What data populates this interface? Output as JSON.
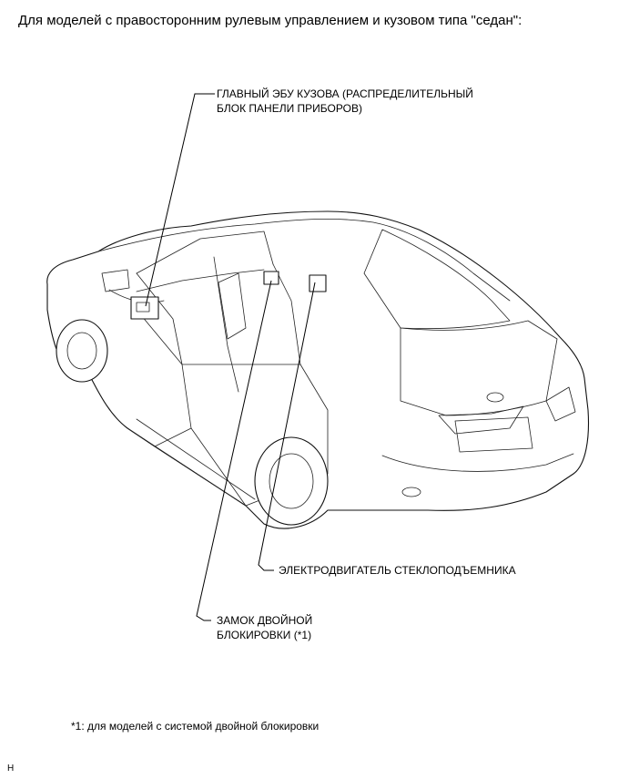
{
  "heading": "Для моделей с правосторонним рулевым управлением и кузовом типа \"седан\":",
  "callouts": {
    "body_ecu": {
      "line1": "ГЛАВНЫЙ ЭБУ КУЗОВА (РАСПРЕДЕЛИТЕЛЬНЫЙ",
      "line2": "БЛОК ПАНЕЛИ ПРИБОРОВ)"
    },
    "window_motor": {
      "line1": "ЭЛЕКТРОДВИГАТЕЛЬ СТЕКЛОПОДЪЕМНИКА"
    },
    "double_lock": {
      "line1": "ЗАМОК ДВОЙНОЙ",
      "line2": "БЛОКИРОВКИ (*1)"
    }
  },
  "footnote": "*1: для моделей с системой двойной блокировки",
  "figure_code": "H"
}
